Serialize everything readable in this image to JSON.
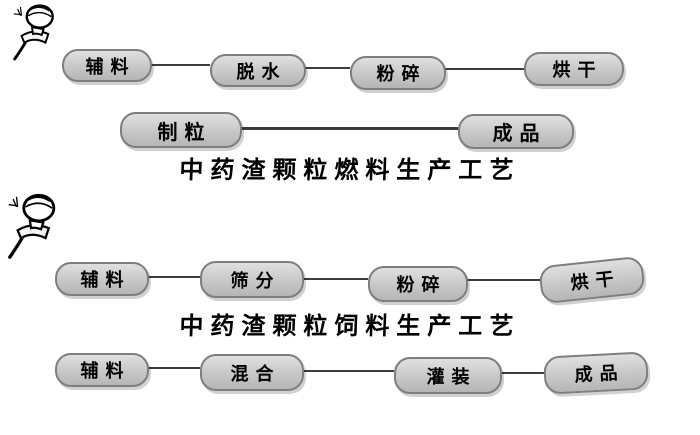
{
  "diagram_fuel": {
    "caption": "中药渣颗粒燃料生产工艺",
    "steps_row1": [
      "辅料",
      "脱水",
      "粉碎",
      "烘干"
    ],
    "steps_row2": [
      "制粒",
      "成品"
    ]
  },
  "diagram_feed": {
    "caption": "中药渣颗粒饲料生产工艺",
    "steps_row1": [
      "辅料",
      "筛分",
      "粉碎",
      "烘干"
    ],
    "steps_row2": [
      "辅料",
      "混合",
      "灌装",
      "成品"
    ]
  },
  "icons": {
    "pushpin_top": "pushpin-icon",
    "pushpin_bottom": "pushpin-icon"
  },
  "colors": {
    "page_bg": "#ffffff",
    "box_fill": "#c7c7c7",
    "box_border": "#7e7e7e",
    "connector": "#3c3c3c",
    "text": "#000000"
  }
}
